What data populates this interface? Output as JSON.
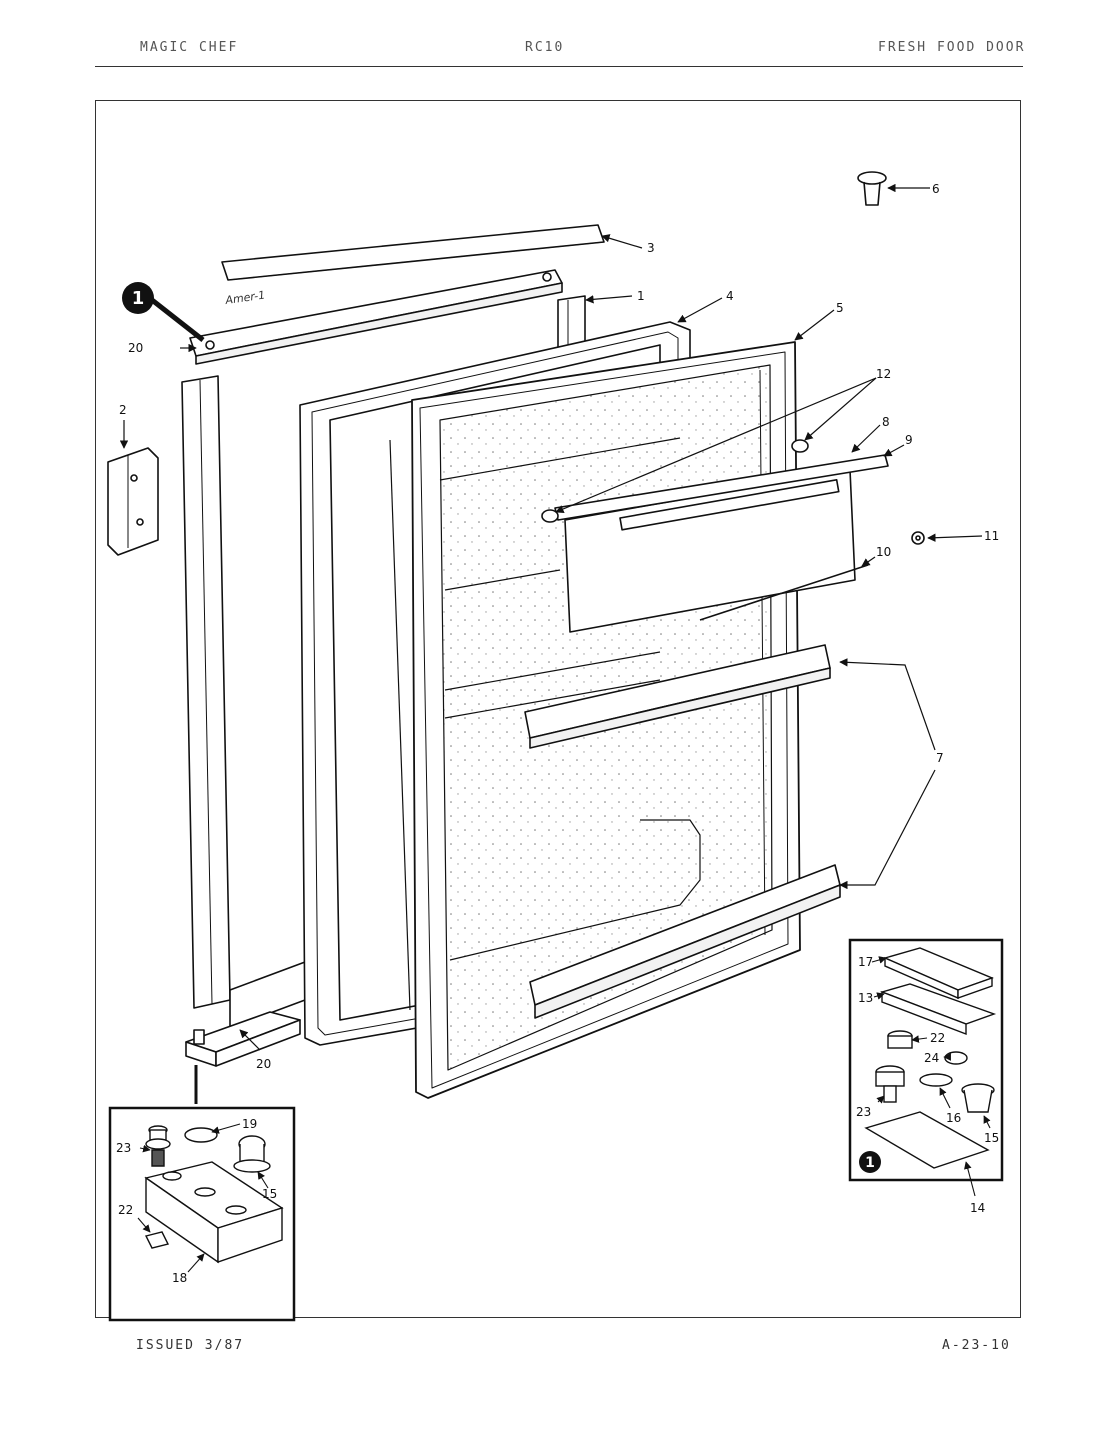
{
  "header": {
    "left": "MAGIC CHEF",
    "center": "RC10",
    "right": "FRESH FOOD DOOR"
  },
  "footer": {
    "left": "ISSUED 3/87",
    "right": "A-23-10"
  },
  "handwriting": "Amer-1",
  "callouts": {
    "c1": "1",
    "c2": "2",
    "c3": "3",
    "c4": "4",
    "c5": "5",
    "c6": "6",
    "c7": "7",
    "c8": "8",
    "c9": "9",
    "c10": "10",
    "c11": "11",
    "c12": "12",
    "c20a": "20",
    "c20b": "20",
    "c17": "17",
    "c13": "13",
    "c22r": "22",
    "c24": "24",
    "c23r": "23",
    "c16": "16",
    "c15r": "15",
    "c14": "14",
    "c19": "19",
    "c23l": "23",
    "c15l": "15",
    "c22l": "22",
    "c18": "18"
  },
  "badges": {
    "b1": "1",
    "b2": "1"
  }
}
